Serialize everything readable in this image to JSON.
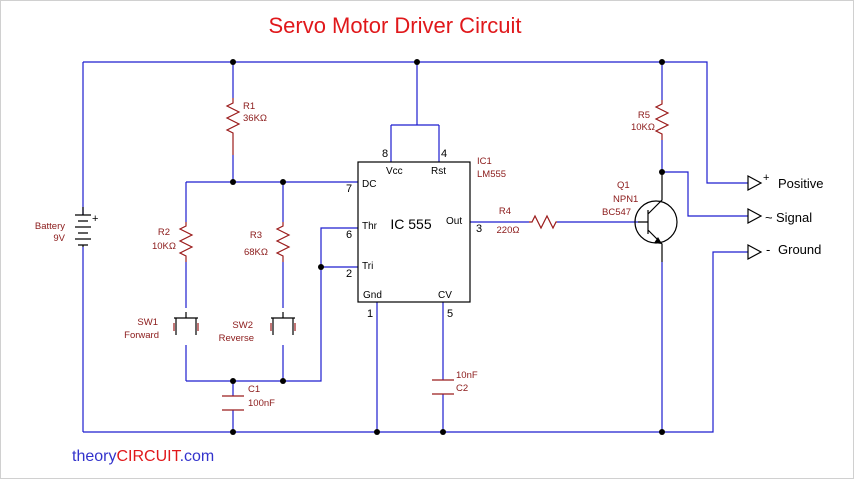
{
  "title": "Servo Motor Driver Circuit",
  "brand": {
    "part1": "theory",
    "part2": "CIRCUIT",
    "part3": ".com",
    "color1": "#3333cc",
    "color2": "#e0181b"
  },
  "colors": {
    "wire": "#1d1dcf",
    "component": "#9b1c1c",
    "label": "#8b1a1a"
  },
  "components": {
    "battery": {
      "name": "Battery",
      "value": "9V",
      "plus": "+"
    },
    "r1": {
      "name": "R1",
      "value": "36KΩ"
    },
    "r2": {
      "name": "R2",
      "value": "10KΩ"
    },
    "r3": {
      "name": "R3",
      "value": "68KΩ"
    },
    "r4": {
      "name": "R4",
      "value": "220Ω"
    },
    "r5": {
      "name": "R5",
      "value": "10KΩ"
    },
    "sw1": {
      "name": "SW1",
      "value": "Forward"
    },
    "sw2": {
      "name": "SW2",
      "value": "Reverse"
    },
    "c1": {
      "name": "C1",
      "value": "100nF"
    },
    "c2": {
      "name": "C2",
      "value": "10nF"
    },
    "ic1": {
      "name": "IC1",
      "value": "LM555",
      "body": "IC 555"
    },
    "q1": {
      "name": "Q1",
      "type": "NPN1",
      "value": "BC547"
    }
  },
  "ic_pins": {
    "p8": {
      "num": "8",
      "label": "Vcc"
    },
    "p4": {
      "num": "4",
      "label": "Rst"
    },
    "p7": {
      "num": "7",
      "label": "DC"
    },
    "p6": {
      "num": "6",
      "label": "Thr"
    },
    "p2": {
      "num": "2",
      "label": "Tri"
    },
    "p3": {
      "num": "3",
      "label": "Out"
    },
    "p1": {
      "num": "1",
      "label": "Gnd"
    },
    "p5": {
      "num": "5",
      "label": "CV"
    }
  },
  "outputs": {
    "positive": {
      "symbol": "+",
      "label": "Positive"
    },
    "signal": {
      "symbol": "~",
      "label": "Signal"
    },
    "ground": {
      "symbol": "-",
      "label": "Ground"
    }
  }
}
